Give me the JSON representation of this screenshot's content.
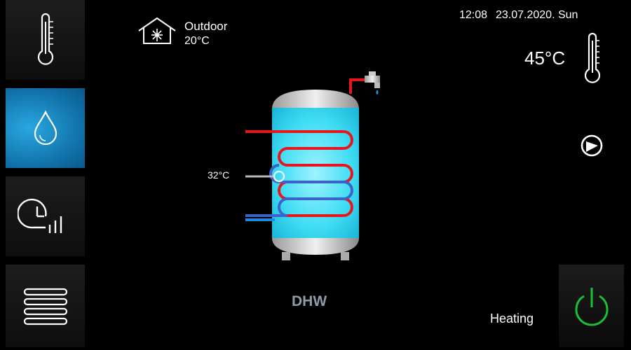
{
  "header": {
    "time": "12:08",
    "date": "23.07.2020. Sun",
    "outdoor_label": "Outdoor",
    "outdoor_temp": "20°C"
  },
  "tank": {
    "title": "DHW",
    "set_temp": "45°C",
    "sensor_temp": "32°C"
  },
  "status": {
    "mode": "Heating"
  },
  "sidebar": {
    "items": [
      {
        "name": "temperature",
        "icon": "thermometer-icon"
      },
      {
        "name": "dhw",
        "icon": "water-drop-icon",
        "active": true
      },
      {
        "name": "schedule",
        "icon": "clock-chart-icon"
      },
      {
        "name": "menu",
        "icon": "hamburger-menu-icon"
      }
    ]
  },
  "colors": {
    "accent": "#1ea0dd",
    "hot": "#e8161c",
    "cold": "#1e88e5",
    "power": "#19c234",
    "tank": "#2fd6f0"
  }
}
